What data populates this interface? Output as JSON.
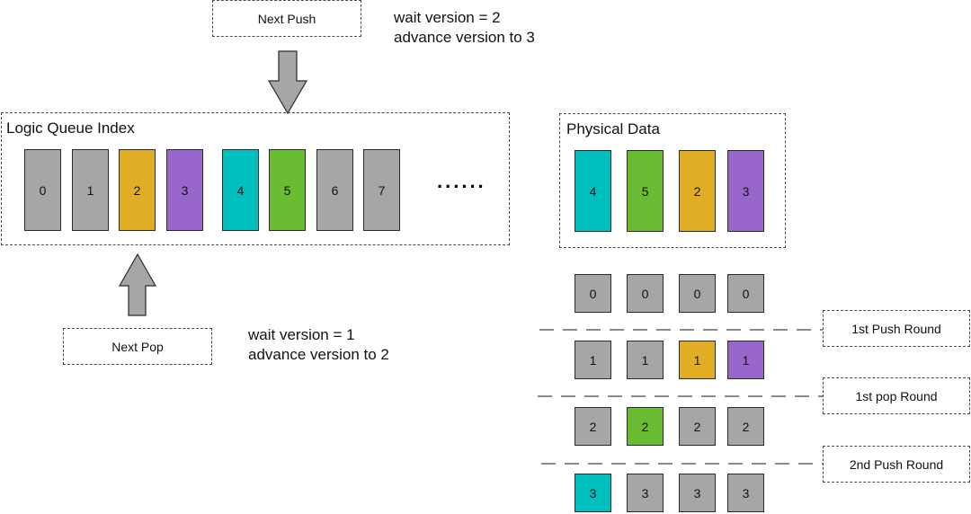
{
  "colors": {
    "gray": "#a6a6a6",
    "orange": "#e0ad24",
    "purple": "#9966cc",
    "cyan": "#00bfbf",
    "green": "#6abd33"
  },
  "next_push": {
    "label": "Next Push",
    "note_line1": "wait version = 2",
    "note_line2": "advance version to 3"
  },
  "next_pop": {
    "label": "Next Pop",
    "note_line1": "wait version = 1",
    "note_line2": "advance version to 2"
  },
  "logic_queue": {
    "title": "Logic Queue Index",
    "cells": [
      {
        "value": "0",
        "color": "gray"
      },
      {
        "value": "1",
        "color": "gray"
      },
      {
        "value": "2",
        "color": "orange"
      },
      {
        "value": "3",
        "color": "purple"
      },
      {
        "value": "4",
        "color": "cyan"
      },
      {
        "value": "5",
        "color": "green"
      },
      {
        "value": "6",
        "color": "gray"
      },
      {
        "value": "7",
        "color": "gray"
      }
    ],
    "ellipsis": "......"
  },
  "physical_data": {
    "title": "Physical Data",
    "cells": [
      {
        "value": "4",
        "color": "cyan"
      },
      {
        "value": "5",
        "color": "green"
      },
      {
        "value": "2",
        "color": "orange"
      },
      {
        "value": "3",
        "color": "purple"
      }
    ]
  },
  "version_rows": [
    {
      "cells": [
        {
          "value": "0",
          "color": "gray"
        },
        {
          "value": "0",
          "color": "gray"
        },
        {
          "value": "0",
          "color": "gray"
        },
        {
          "value": "0",
          "color": "gray"
        }
      ]
    },
    {
      "cells": [
        {
          "value": "1",
          "color": "gray"
        },
        {
          "value": "1",
          "color": "gray"
        },
        {
          "value": "1",
          "color": "orange"
        },
        {
          "value": "1",
          "color": "purple"
        }
      ]
    },
    {
      "cells": [
        {
          "value": "2",
          "color": "gray"
        },
        {
          "value": "2",
          "color": "green"
        },
        {
          "value": "2",
          "color": "gray"
        },
        {
          "value": "2",
          "color": "gray"
        }
      ]
    },
    {
      "cells": [
        {
          "value": "3",
          "color": "cyan"
        },
        {
          "value": "3",
          "color": "gray"
        },
        {
          "value": "3",
          "color": "gray"
        },
        {
          "value": "3",
          "color": "gray"
        }
      ]
    }
  ],
  "round_labels": [
    "1st Push Round",
    "1st pop Round",
    "2nd Push Round"
  ]
}
